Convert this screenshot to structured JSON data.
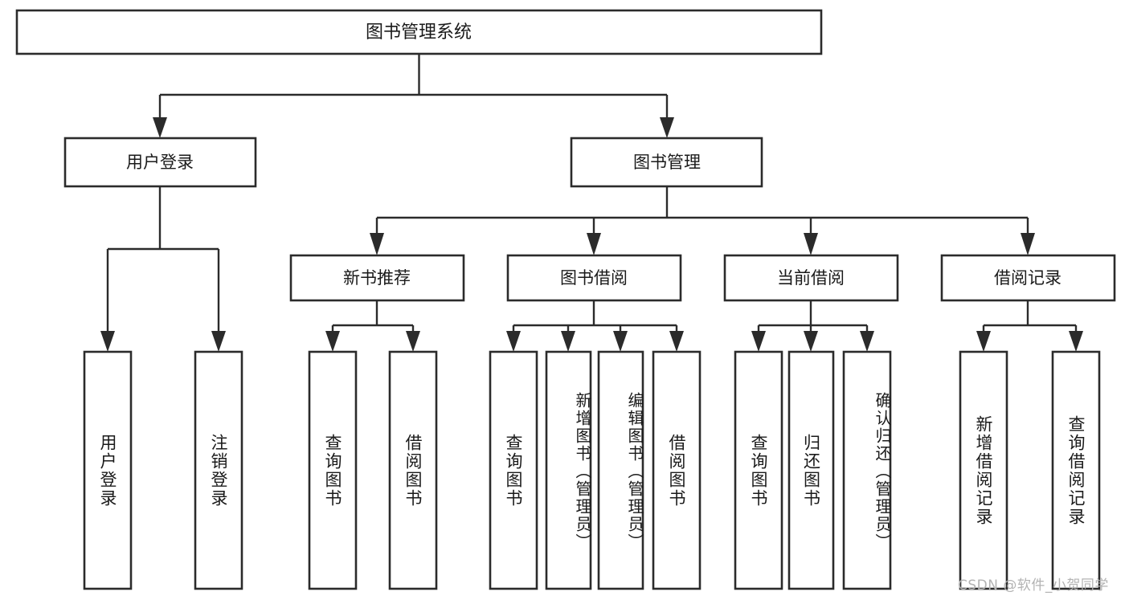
{
  "diagram": {
    "title": "图书管理系统",
    "type": "tree",
    "watermark": "CSDN @软件_小贺同学",
    "colors": {
      "stroke": "#2b2b2b",
      "fill": "#ffffff",
      "text": "#1a1a1a",
      "watermark": "#b3b3b3",
      "background": "#ffffff"
    },
    "root": {
      "label": "图书管理系统"
    },
    "level2": [
      {
        "label": "用户登录"
      },
      {
        "label": "图书管理"
      }
    ],
    "level3": [
      {
        "label": "新书推荐"
      },
      {
        "label": "图书借阅"
      },
      {
        "label": "当前借阅"
      },
      {
        "label": "借阅记录"
      }
    ],
    "leaves": {
      "user_login": [
        {
          "label": "用户登录"
        },
        {
          "label": "注销登录"
        }
      ],
      "new_book_recommend": [
        {
          "label": "查询图书"
        },
        {
          "label": "借阅图书"
        }
      ],
      "book_borrow": [
        {
          "label": "查询图书"
        },
        {
          "label": "新增图书（管理员）"
        },
        {
          "label": "编辑图书（管理员）"
        },
        {
          "label": "借阅图书"
        }
      ],
      "current_borrow": [
        {
          "label": "查询图书"
        },
        {
          "label": "归还图书"
        },
        {
          "label": "确认归还（管理员）"
        }
      ],
      "borrow_record": [
        {
          "label": "新增借阅记录"
        },
        {
          "label": "查询借阅记录"
        }
      ]
    }
  }
}
